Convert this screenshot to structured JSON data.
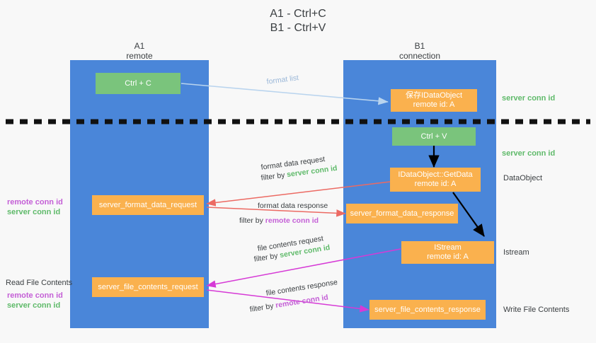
{
  "title": {
    "line1": "A1 - Ctrl+C",
    "line2": "B1 - Ctrl+V"
  },
  "colors": {
    "lane": "#4a86d9",
    "green_box": "#7ac47c",
    "orange_box": "#fab14e",
    "server_conn_id": "#5fba6a",
    "remote_conn_id": "#c45fd6",
    "red_arrow": "#ec6a63",
    "magenta_arrow": "#d63ad6",
    "lightblue_arrow": "#b9d4ee",
    "black_arrow": "#000000",
    "background": "#f8f8f8"
  },
  "columns": [
    {
      "name": "A1",
      "sub": "remote"
    },
    {
      "name": "B1",
      "sub": "connection"
    }
  ],
  "boxes": {
    "ctrl_c": "Ctrl + C",
    "ctrl_v": "Ctrl + V",
    "save_idataobject_l1": "保存IDataObject",
    "save_idataobject_l2": "remote id: A",
    "getdata_l1": "IDataObject::GetData",
    "getdata_l2": "remote id: A",
    "istream_l1": "IStream",
    "istream_l2": "remote id: A",
    "format_data_request": "server_format_data_request",
    "format_data_response": "server_format_data_response",
    "file_contents_request": "server_file_contents_request",
    "file_contents_response": "server_file_contents_response"
  },
  "arrow_labels": {
    "format_list": "format list",
    "format_data_request": "format data request",
    "format_data_request_filter_pre": "filter by ",
    "format_data_request_filter_key": "server conn id",
    "format_data_response": "format data response",
    "format_data_response_filter_pre": "filter by ",
    "format_data_response_filter_key": "remote conn id",
    "file_contents_request": "file contents request",
    "file_contents_request_filter_pre": "filter by ",
    "file_contents_request_filter_key": "server conn id",
    "file_contents_response": "file contents response",
    "file_contents_response_filter_pre": "filter by ",
    "file_contents_response_filter_key": "remote conn id"
  },
  "right_labels": {
    "server_conn_id_top": "server conn id",
    "server_conn_id_mid": "server conn id",
    "dataobject": "DataObject",
    "istream": "Istream",
    "write_file_contents": "Write File Contents"
  },
  "left_labels": {
    "remote_conn_id_mid": "remote conn id",
    "server_conn_id_mid": "server conn id",
    "read_file_contents": "Read File Contents",
    "remote_conn_id_bottom": "remote conn id",
    "server_conn_id_bottom": "server conn id"
  }
}
